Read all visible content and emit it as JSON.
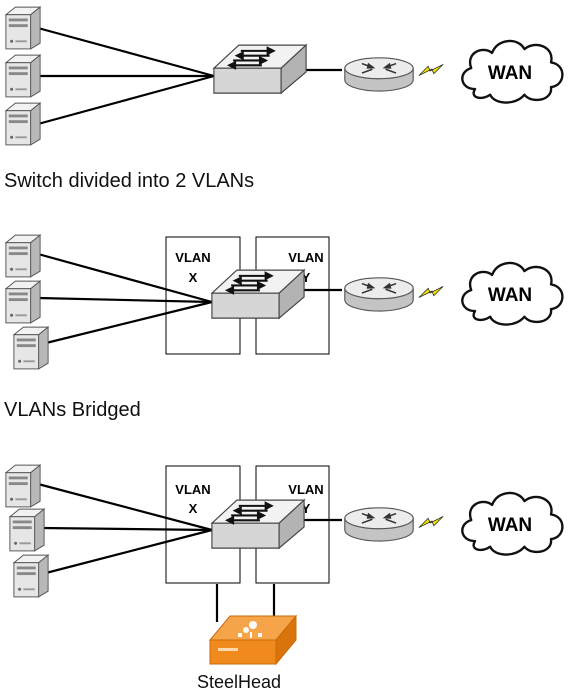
{
  "captions": {
    "section2": "Switch divided into 2 VLANs",
    "section3": "VLANs Bridged"
  },
  "cloud_label": "WAN",
  "vlan_labels": {
    "x_name": "VLAN",
    "x_letter": "X",
    "y_name": "VLAN",
    "y_letter": "Y"
  },
  "appliance": {
    "label": "SteelHead",
    "color": "#f08a1c"
  },
  "icons": {
    "server": "server-icon",
    "switch": "switch-icon",
    "router": "router-icon",
    "link": "lightning-link-icon",
    "cloud": "cloud-icon"
  },
  "colors": {
    "lightning": "#f5e400",
    "line": "#000000"
  }
}
